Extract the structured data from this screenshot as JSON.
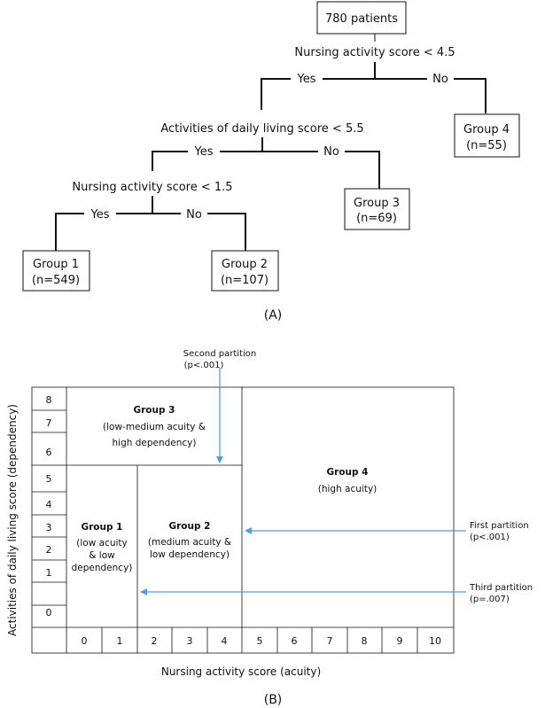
{
  "tree": {
    "root": "780 patients",
    "split1": {
      "question": "Nursing activity score < 4.5",
      "yes": "Yes",
      "no": "No"
    },
    "split2": {
      "question": "Activities of daily living score < 5.5",
      "yes": "Yes",
      "no": "No"
    },
    "split3": {
      "question": "Nursing activity score < 1.5",
      "yes": "Yes",
      "no": "No"
    },
    "group1": {
      "name": "Group 1",
      "n": "(n=549)"
    },
    "group2": {
      "name": "Group 2",
      "n": "(n=107)"
    },
    "group3": {
      "name": "Group 3",
      "n": "(n=69)"
    },
    "group4": {
      "name": "Group 4",
      "n": "(n=55)"
    },
    "label": "(A)"
  },
  "grid": {
    "y_ticks": [
      "8",
      "7",
      "6",
      "5",
      "4",
      "3",
      "2",
      "1",
      "0"
    ],
    "x_ticks": [
      "0",
      "1",
      "2",
      "3",
      "4",
      "5",
      "6",
      "7",
      "8",
      "9",
      "10"
    ],
    "y_axis_label": "Activities of daily living score (dependency)",
    "x_axis_label": "Nursing activity score (acuity)",
    "group1": {
      "title": "Group 1",
      "lines": [
        "(low acuity",
        "& low",
        "dependency)"
      ]
    },
    "group2": {
      "title": "Group 2",
      "lines": [
        "(medium acuity &",
        "low dependency)"
      ]
    },
    "group3": {
      "title": "Group 3",
      "lines": [
        "(low-medium acuity &",
        "high dependency)"
      ]
    },
    "group4": {
      "title": "Group 4",
      "lines": [
        "(high acuity)"
      ]
    },
    "partitions": {
      "second": {
        "label": "Second partition",
        "p": "(p<.001)"
      },
      "first": {
        "label": "First partition",
        "p": "(p<.001)"
      },
      "third": {
        "label": "Third partition",
        "p": "(p=.007)"
      }
    },
    "arrow_color": "#5b9bd5",
    "label": "(B)"
  }
}
